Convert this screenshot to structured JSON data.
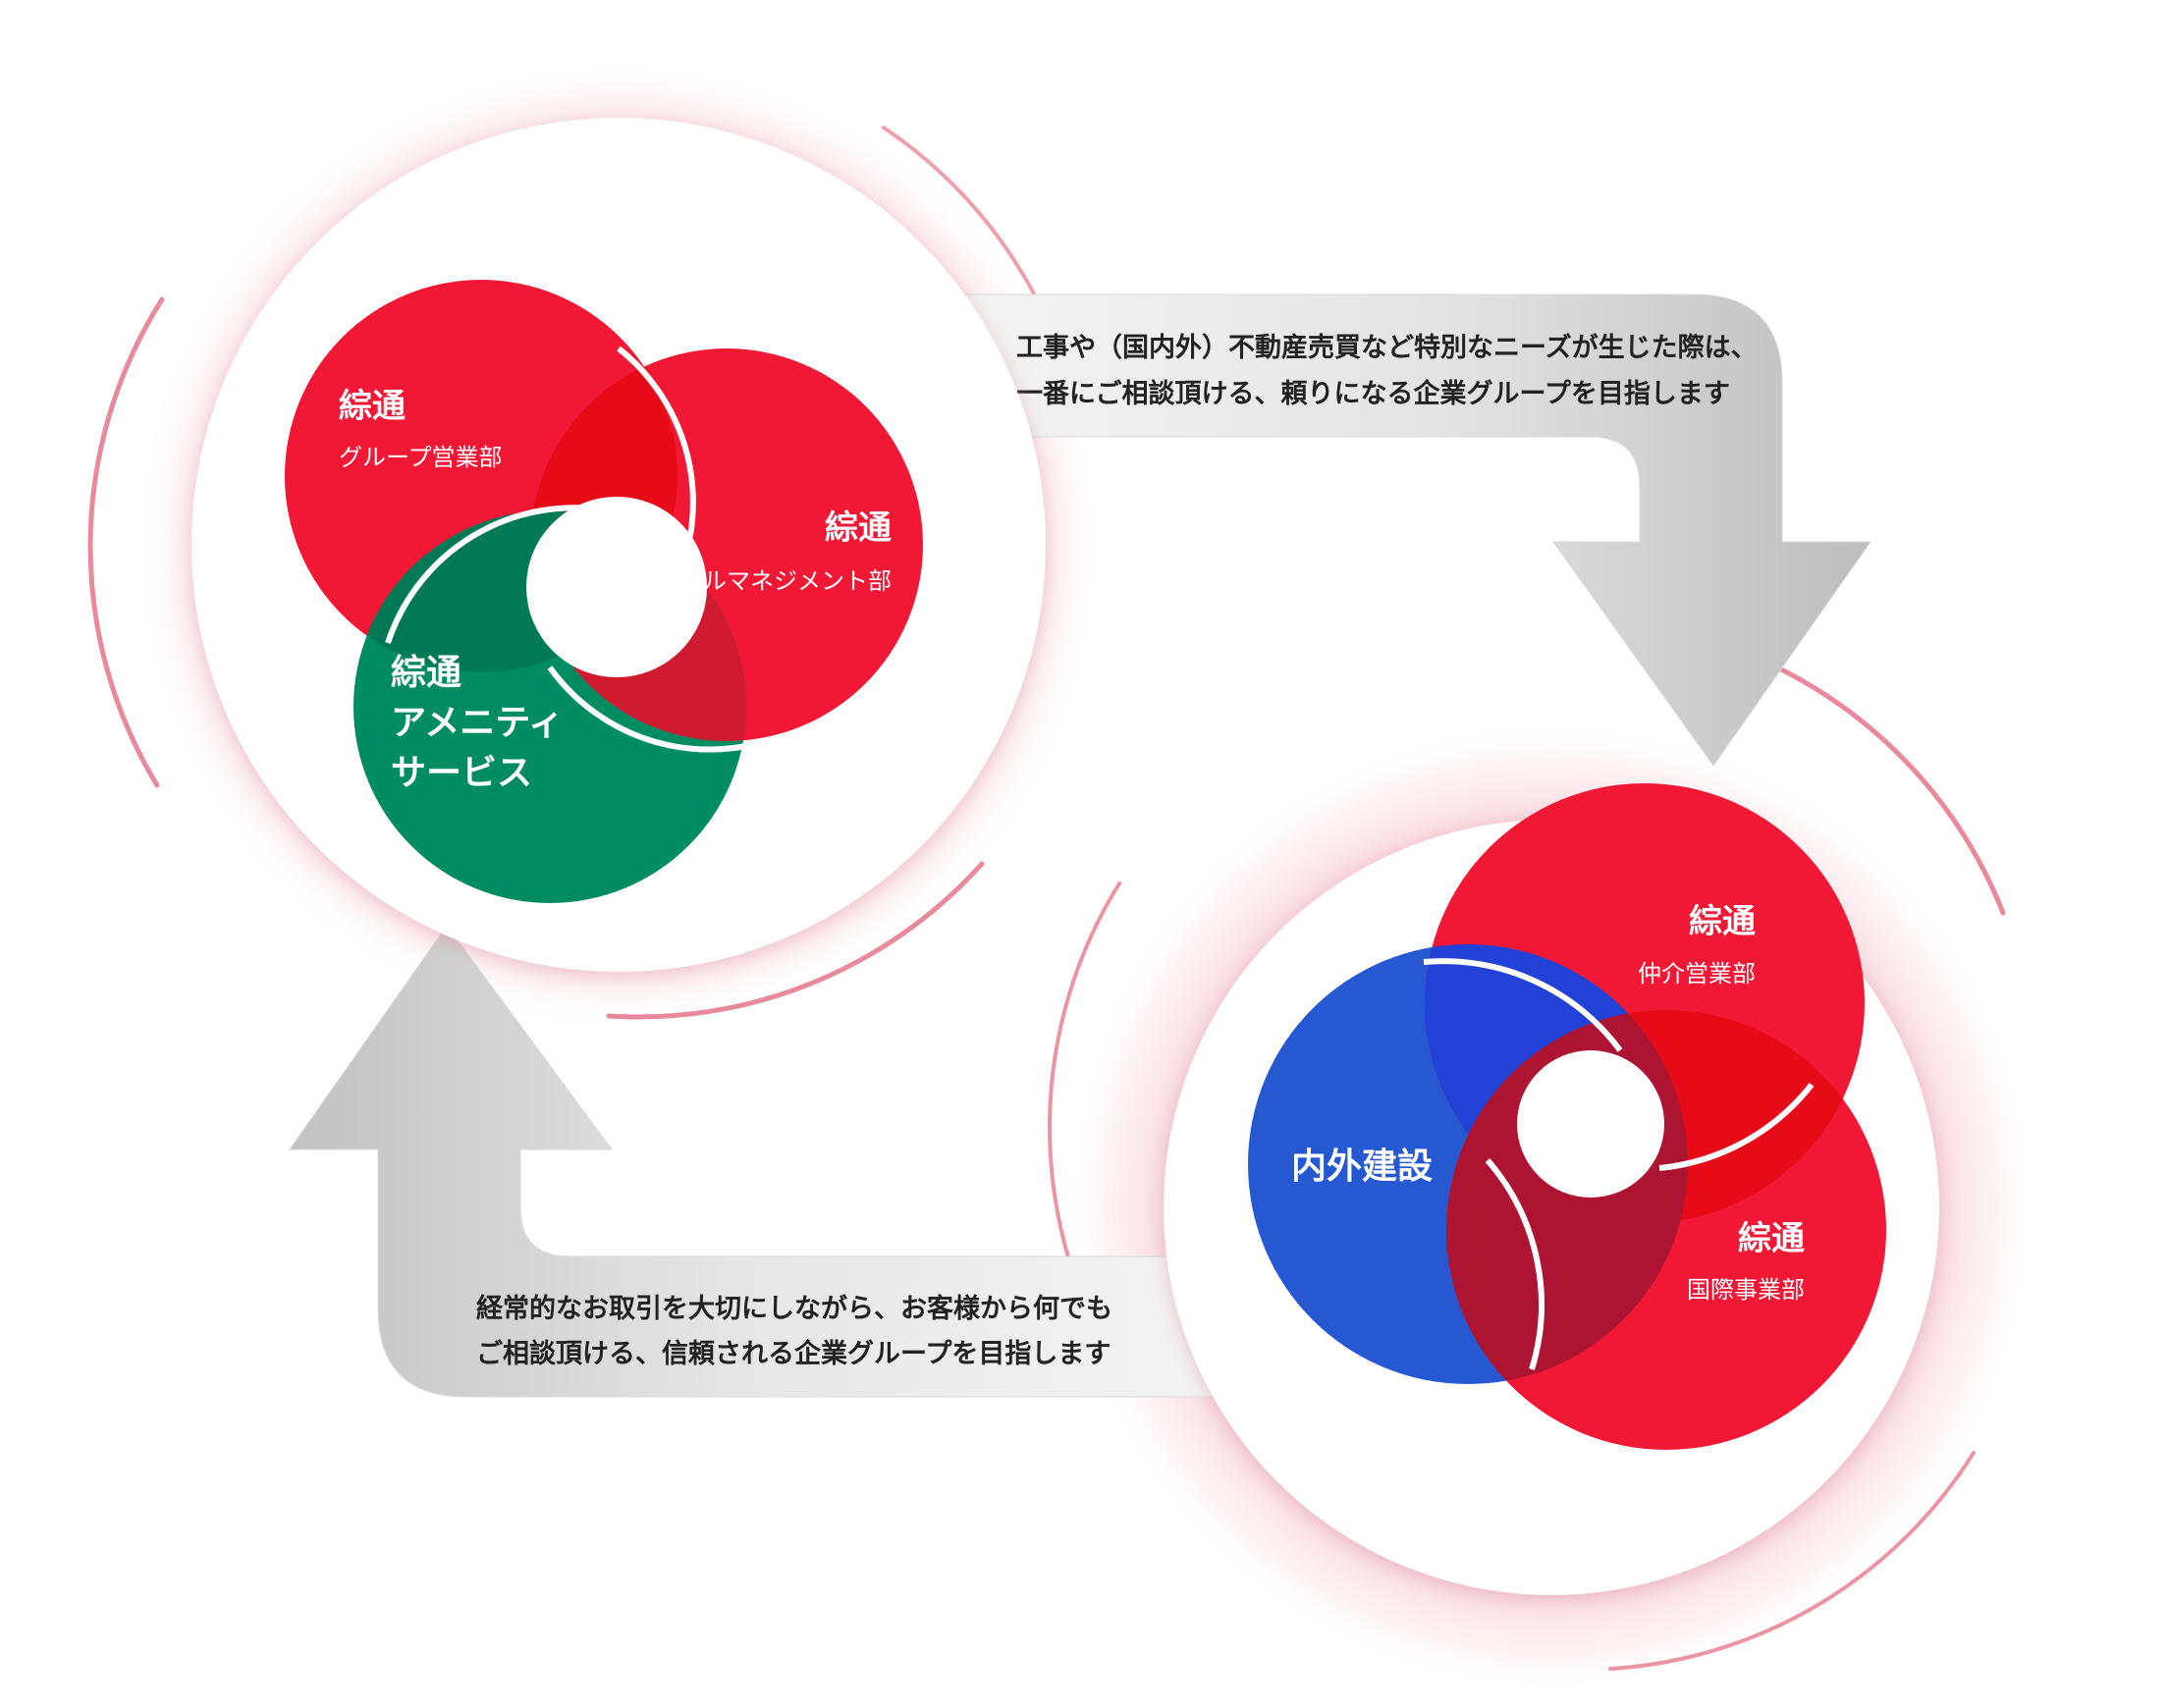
{
  "colors": {
    "red": "#f01834",
    "red_overlap": "#e60b16",
    "green": "#008c62",
    "green_overlap": "#007a55",
    "dark_red_overlap": "#d01a30",
    "blue": "#2658d2",
    "blue_overlap": "#2241d6",
    "maroon_overlap": "#ac1432",
    "halo": "#f7c8d2",
    "arc": "#d62a4a",
    "arrow_light": "#f4f4f4",
    "arrow_dark": "#c4c4c4"
  },
  "group_top": {
    "circle_group_sales": {
      "name": "綜通",
      "sub": "グループ営業部"
    },
    "circle_building_mgmt": {
      "name": "綜通",
      "sub": "ビルマネジメント部"
    },
    "circle_amenity": {
      "line1": "綜通",
      "line2": "アメニティ",
      "line3": "サービス"
    }
  },
  "group_bottom": {
    "circle_brokerage": {
      "name": "綜通",
      "sub": "仲介営業部"
    },
    "circle_international": {
      "name": "綜通",
      "sub": "国際事業部"
    },
    "circle_construction": {
      "name": "内外建設"
    }
  },
  "arrows": {
    "top_text_line1": "工事や（国内外）不動産売買など特別なニーズが生じた際は、",
    "top_text_line2": "一番にご相談頂ける、頼りになる企業グループを目指します",
    "bottom_text_line1": "経常的なお取引を大切にしながら、お客様から何でも",
    "bottom_text_line2": "ご相談頂ける、信頼される企業グループを目指します"
  }
}
